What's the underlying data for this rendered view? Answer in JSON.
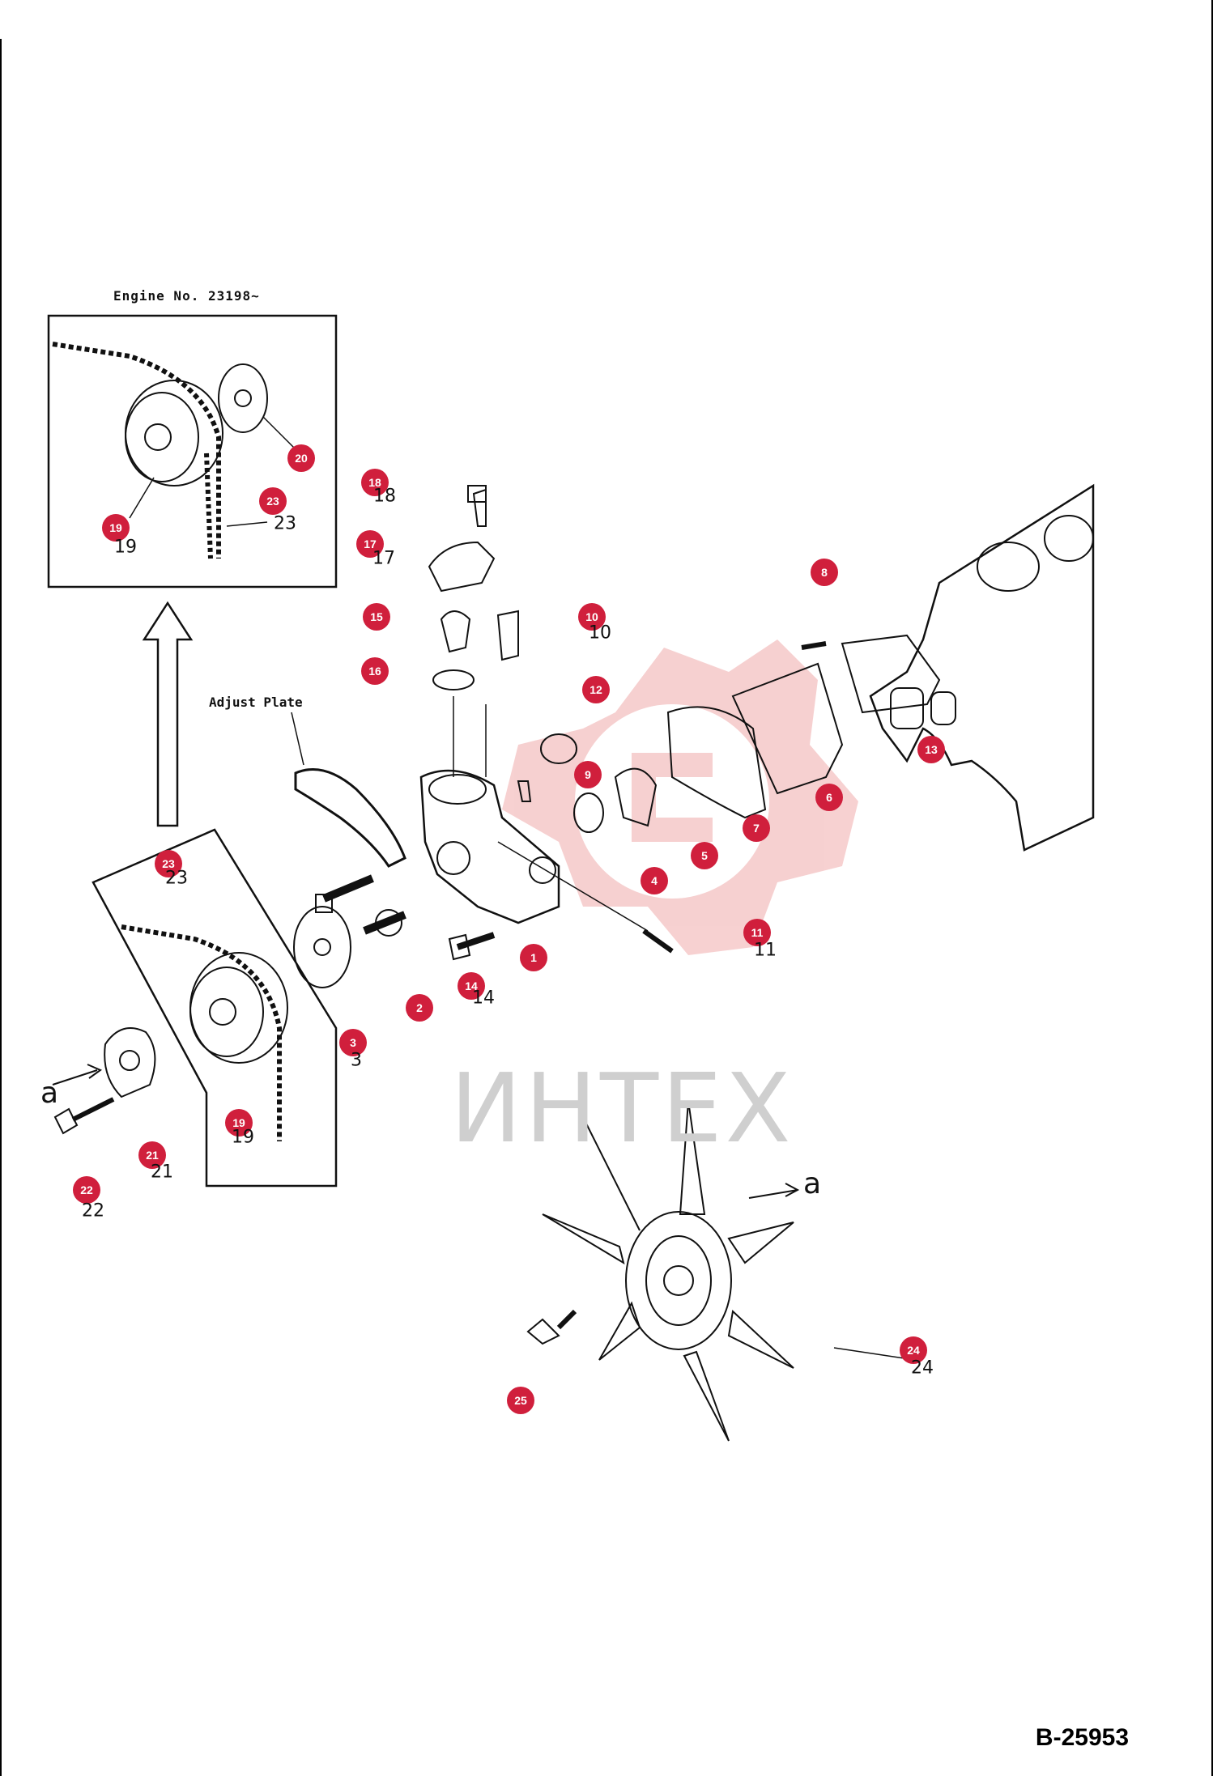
{
  "inset_title": "Engine No. 23198~",
  "adjust_plate_label": "Adjust Plate",
  "diagram_code": "B-25953",
  "watermark": "ИНТЕХ",
  "arrow_letter_left": "a",
  "arrow_letter_right": "a",
  "colors": {
    "marker": "#d01f3c",
    "watermark": "#f4c7c7",
    "line": "#111111"
  },
  "markers": [
    {
      "label": "1"
    },
    {
      "label": "2"
    },
    {
      "label": "3"
    },
    {
      "label": "4"
    },
    {
      "label": "5"
    },
    {
      "label": "6"
    },
    {
      "label": "7"
    },
    {
      "label": "8"
    },
    {
      "label": "9"
    },
    {
      "label": "10"
    },
    {
      "label": "11"
    },
    {
      "label": "12"
    },
    {
      "label": "13"
    },
    {
      "label": "14"
    },
    {
      "label": "15"
    },
    {
      "label": "16"
    },
    {
      "label": "17"
    },
    {
      "label": "18"
    },
    {
      "label": "19"
    },
    {
      "label": "19"
    },
    {
      "label": "20"
    },
    {
      "label": "21"
    },
    {
      "label": "22"
    },
    {
      "label": "23"
    },
    {
      "label": "23"
    },
    {
      "label": "24"
    },
    {
      "label": "25"
    }
  ],
  "callout_numbers": [
    {
      "label": "23"
    },
    {
      "label": "19"
    },
    {
      "label": "18"
    },
    {
      "label": "17"
    },
    {
      "label": "10"
    },
    {
      "label": "11"
    },
    {
      "label": "14"
    },
    {
      "label": "3"
    },
    {
      "label": "21"
    },
    {
      "label": "22"
    },
    {
      "label": "24"
    },
    {
      "label": "19"
    },
    {
      "label": "23"
    }
  ]
}
